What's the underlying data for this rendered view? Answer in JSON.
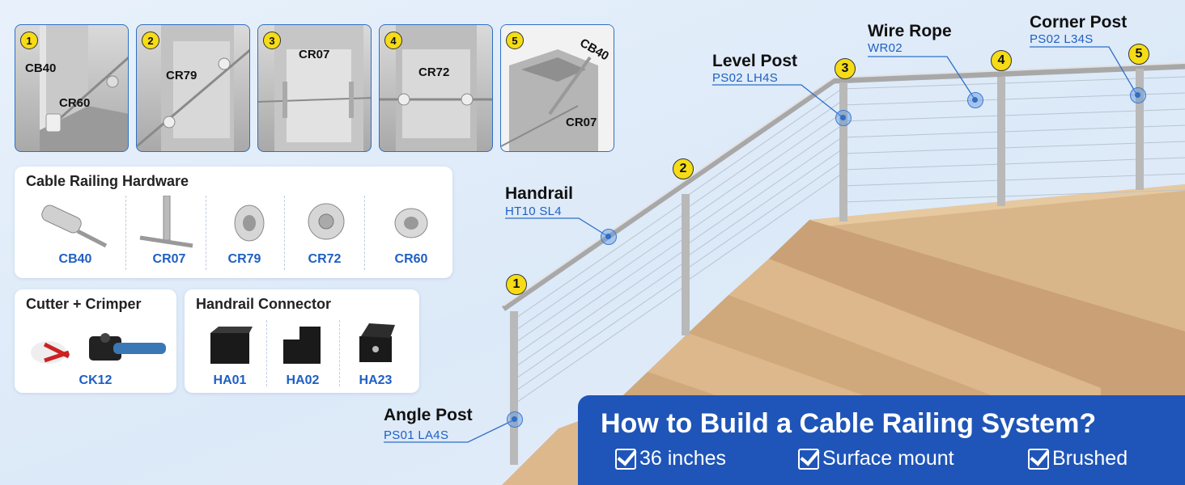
{
  "tiles": [
    {
      "num": "1",
      "labels": [
        "CB40",
        "CR60"
      ]
    },
    {
      "num": "2",
      "labels": [
        "CR79"
      ]
    },
    {
      "num": "3",
      "labels": [
        "CR07"
      ]
    },
    {
      "num": "4",
      "labels": [
        "CR72"
      ]
    },
    {
      "num": "5",
      "labels": [
        "CB40",
        "CR07"
      ]
    }
  ],
  "hardware": {
    "title": "Cable Railing Hardware",
    "items": [
      "CB40",
      "CR07",
      "CR79",
      "CR72",
      "CR60"
    ]
  },
  "cutter": {
    "title": "Cutter + Crimper",
    "code": "CK12"
  },
  "connector": {
    "title": "Handrail Connector",
    "items": [
      "HA01",
      "HA02",
      "HA23"
    ]
  },
  "callouts": {
    "handrail": {
      "title": "Handrail",
      "code": "HT10 SL4"
    },
    "level_post": {
      "title": "Level Post",
      "code": "PS02 LH4S"
    },
    "wire_rope": {
      "title": "Wire Rope",
      "code": "WR02"
    },
    "corner_post": {
      "title": "Corner Post",
      "code": "PS02 L34S"
    },
    "angle_post": {
      "title": "Angle Post",
      "code": "PS01 LA4S"
    }
  },
  "scene_numbers": [
    "1",
    "2",
    "3",
    "4",
    "5"
  ],
  "banner": {
    "title": "How to Build a Cable Railing System?",
    "features": [
      "36 inches",
      "Surface mount",
      "Brushed"
    ]
  },
  "colors": {
    "accent_blue": "#1f55b8",
    "code_blue": "#1f5fc4",
    "badge_yellow": "#f5dc16"
  }
}
